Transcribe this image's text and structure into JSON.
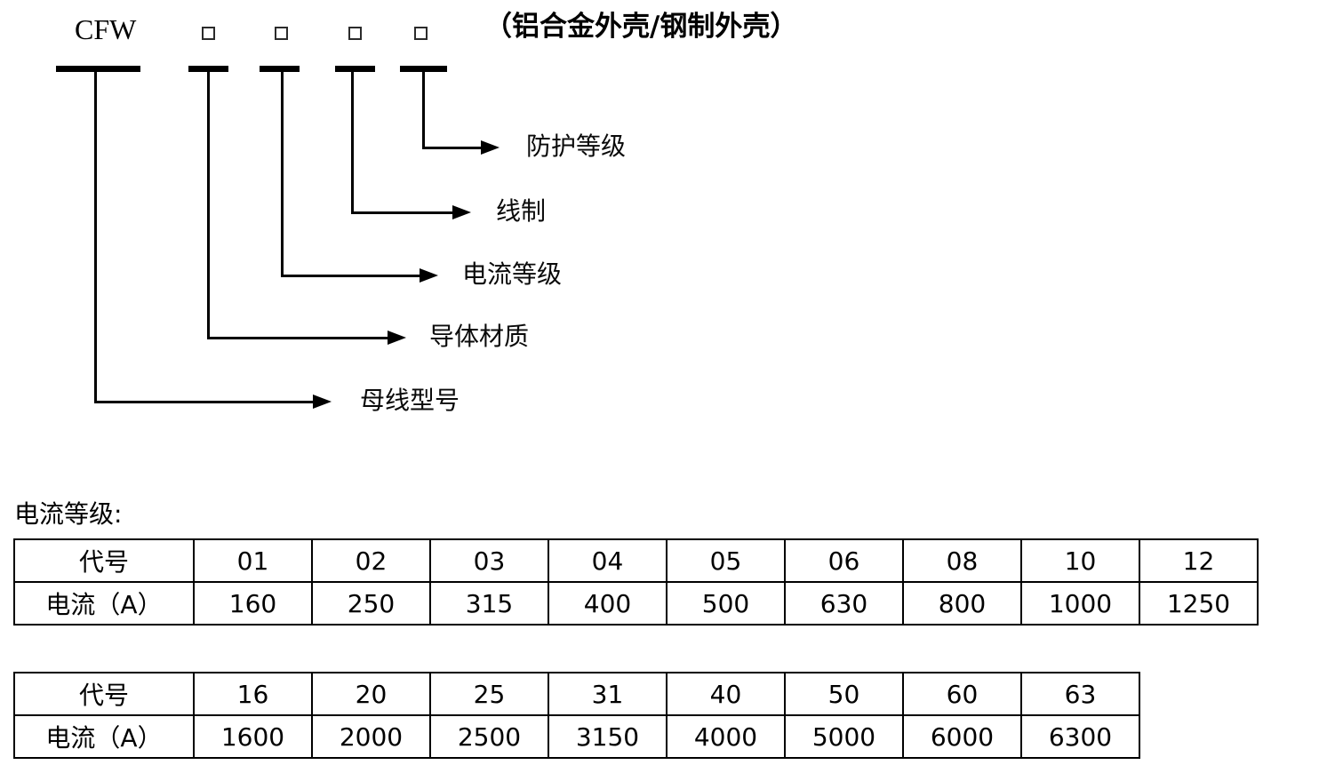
{
  "colors": {
    "ink": "#000000",
    "background": "#ffffff"
  },
  "diagram": {
    "model_prefix": "CFW",
    "enclosure_note": "（铝合金外壳/钢制外壳）",
    "callouts": [
      {
        "label": "防护等级"
      },
      {
        "label": "线制"
      },
      {
        "label": "电流等级"
      },
      {
        "label": "导体材质"
      },
      {
        "label": "母线型号"
      }
    ]
  },
  "current_rating_section": {
    "heading": "电流等级:",
    "tables": [
      {
        "code_header": "代号",
        "current_header": "电流（A）",
        "codes": [
          "01",
          "02",
          "03",
          "04",
          "05",
          "06",
          "08",
          "10",
          "12"
        ],
        "currents": [
          "160",
          "250",
          "315",
          "400",
          "500",
          "630",
          "800",
          "1000",
          "1250"
        ]
      },
      {
        "code_header": "代号",
        "current_header": "电流（A）",
        "codes": [
          "16",
          "20",
          "25",
          "31",
          "40",
          "50",
          "60",
          "63"
        ],
        "currents": [
          "1600",
          "2000",
          "2500",
          "3150",
          "4000",
          "5000",
          "6000",
          "6300"
        ]
      }
    ]
  }
}
